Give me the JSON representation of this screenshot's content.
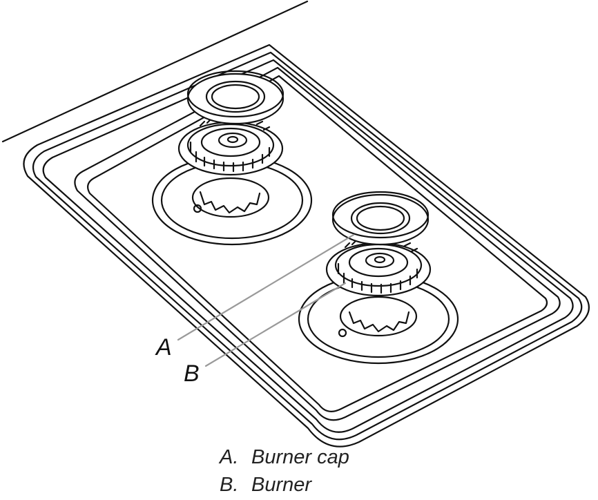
{
  "callouts": {
    "a": "A",
    "b": "B"
  },
  "legend": [
    {
      "key": "A.",
      "label": "Burner cap"
    },
    {
      "key": "B.",
      "label": "Burner"
    }
  ],
  "colors": {
    "line": "#111111",
    "leader": "#9a9a9a",
    "fill": "#ffffff"
  }
}
